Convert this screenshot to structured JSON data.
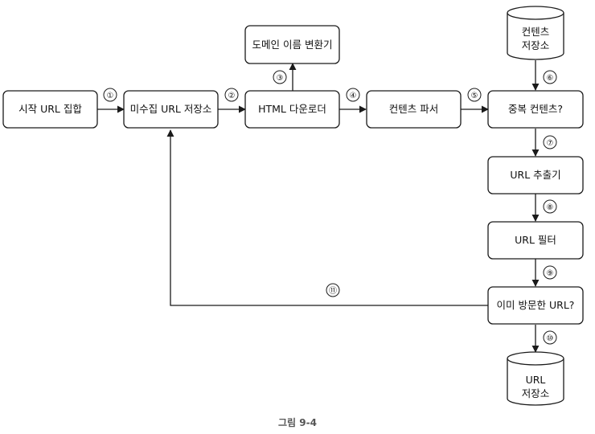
{
  "nodes": {
    "seed_urls": "시작 URL 집합",
    "frontier": "미수집 URL 저장소",
    "dns_resolver": "도메인 이름 변환기",
    "html_downloader": "HTML 다운로더",
    "content_parser": "컨텐츠 파서",
    "content_seen": "중복 컨텐츠?",
    "content_storage": {
      "line1": "컨텐츠",
      "line2": "저장소"
    },
    "url_extractor": "URL 추출기",
    "url_filter": "URL 필터",
    "url_seen": "이미 방문한 URL?",
    "url_storage": {
      "line1": "URL",
      "line2": "저장소"
    }
  },
  "steps": [
    "①",
    "②",
    "③",
    "④",
    "⑤",
    "⑥",
    "⑦",
    "⑧",
    "⑨",
    "⑩",
    "⑪"
  ],
  "caption": "그림 9-4"
}
